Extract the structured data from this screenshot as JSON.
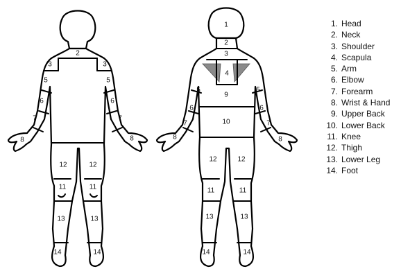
{
  "regions": [
    {
      "num": "1.",
      "label": "Head"
    },
    {
      "num": "2.",
      "label": "Neck"
    },
    {
      "num": "3.",
      "label": "Shoulder"
    },
    {
      "num": "4.",
      "label": "Scapula"
    },
    {
      "num": "5.",
      "label": "Arm"
    },
    {
      "num": "6.",
      "label": "Elbow"
    },
    {
      "num": "7.",
      "label": "Forearm"
    },
    {
      "num": "8.",
      "label": "Wrist & Hand"
    },
    {
      "num": "9.",
      "label": "Upper Back"
    },
    {
      "num": "10.",
      "label": "Lower Back"
    },
    {
      "num": "11.",
      "label": "Knee"
    },
    {
      "num": "12.",
      "label": "Thigh"
    },
    {
      "num": "13.",
      "label": "Lower Leg"
    },
    {
      "num": "14.",
      "label": "Foot"
    }
  ],
  "figure_labels": {
    "front": [
      "2",
      "3",
      "3",
      "5",
      "5",
      "6",
      "6",
      "7",
      "7",
      "8",
      "8",
      "12",
      "12",
      "11",
      "11",
      "13",
      "13",
      "14",
      "14"
    ],
    "back": [
      "1",
      "2",
      "3",
      "4",
      "5",
      "5",
      "9",
      "6",
      "6",
      "7",
      "7",
      "10",
      "8",
      "8",
      "12",
      "12",
      "11",
      "11",
      "13",
      "13",
      "14",
      "14"
    ]
  },
  "colors": {
    "outline": "#000000",
    "scapula_fill": "#8a8a8a",
    "background": "#ffffff"
  }
}
